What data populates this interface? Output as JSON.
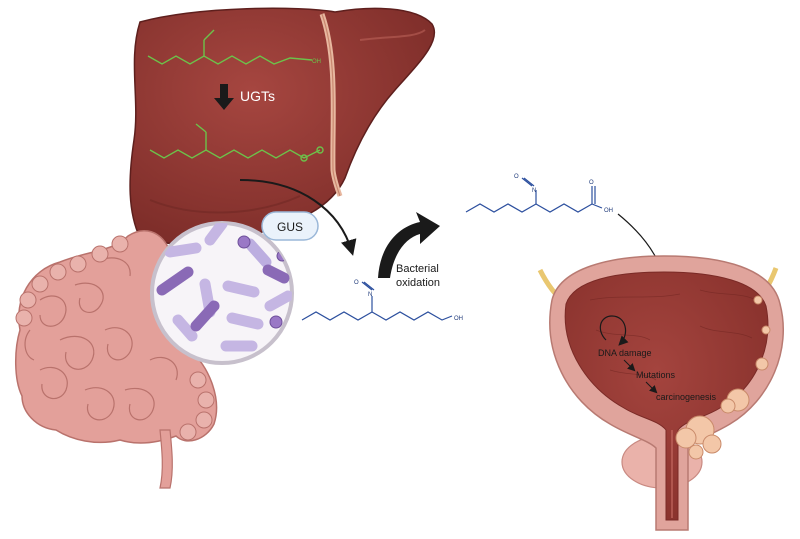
{
  "labels": {
    "ugts": "UGTs",
    "gus": "GUS",
    "bacterial_oxidation_line1": "Bacterial",
    "bacterial_oxidation_line2": "oxidation",
    "dna_damage": "DNA damage",
    "mutations": "Mutations",
    "carcinogenesis": "carcinogenesis"
  },
  "chem_atoms": {
    "n": "N",
    "o": "O",
    "oh": "OH"
  },
  "colors": {
    "liver": "#8e3530",
    "liver_dark": "#5e1f1d",
    "intestine": "#e3a09a",
    "intestine_dark": "#b9726c",
    "bladder_wall": "#e0a49c",
    "bladder_lumen": "#9c3b36",
    "glucuronide_green": "#6cc24a",
    "bacteria_purple": "#a48fc9",
    "molecule_blue": "#2c4f9e",
    "arrow_dark": "#1a1a1a"
  }
}
